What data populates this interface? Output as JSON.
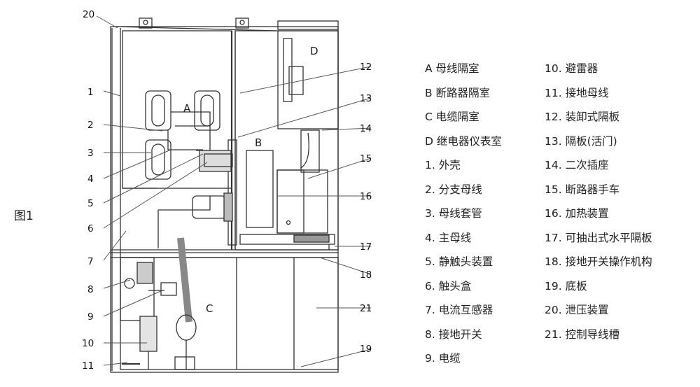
{
  "figure_label": "图1",
  "room_letters": {
    "a": "A",
    "b": "B",
    "c": "C",
    "d": "D"
  },
  "callout_numbers": [
    "20",
    "1",
    "2",
    "3",
    "4",
    "5",
    "6",
    "7",
    "8",
    "9",
    "10",
    "11",
    "12",
    "13",
    "14",
    "15",
    "16",
    "17",
    "18",
    "21",
    "19"
  ],
  "legend_left": [
    "A 母线隔室",
    "B 断路器隔室",
    "C 电缆隔室",
    "D 继电器仪表室",
    "1. 外壳",
    "2. 分支母线",
    "3. 母线套管",
    "4. 主母线",
    "5. 静触头装置",
    "6. 触头盒",
    "7. 电流互感器",
    "8. 接地开关",
    "9. 电缆"
  ],
  "legend_right": [
    "10. 避雷器",
    "11. 接地母线",
    "12. 装卸式隔板",
    "13. 隔板(活门)",
    "14. 二次插座",
    "15. 断路器手车",
    "16. 加热装置",
    "17. 可抽出式水平隔板",
    "18. 接地开关操作机构",
    "19. 底板",
    "20. 泄压装置",
    "21. 控制导线槽"
  ]
}
